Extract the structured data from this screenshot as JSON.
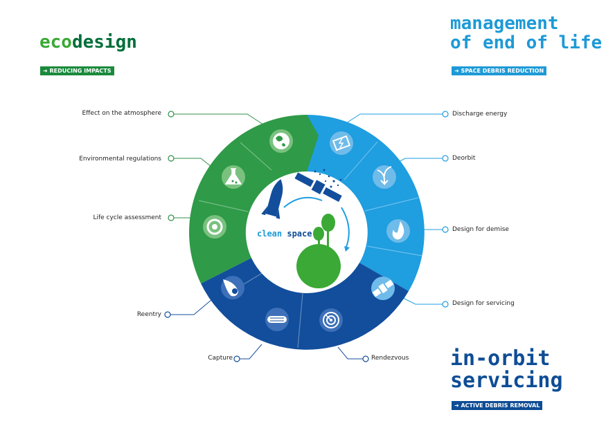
{
  "ecodesign": {
    "title_eco": "eco",
    "title_design": "design",
    "tag": "➜ REDUCING IMPACTS",
    "colors": {
      "light": "#3aa935",
      "dark": "#006e3a",
      "tag_bg": "#1a8a3c"
    }
  },
  "end_of_life": {
    "title_line1": "management",
    "title_line2": "of end of life",
    "tag": "➜ SPACE DEBRIS REDUCTION",
    "colors": {
      "text": "#1d9ad6",
      "tag_bg": "#1d9ad6"
    }
  },
  "in_orbit": {
    "title_line1": "in-orbit",
    "title_line2": "servicing",
    "tag": "➜ ACTIVE DEBRIS REMOVAL",
    "colors": {
      "text": "#0e4d95",
      "tag_bg": "#0e4d95"
    }
  },
  "center": {
    "word1": "clean",
    "word2": "space",
    "colors": {
      "word1": "#1d9ad6",
      "word2": "#0e4d95"
    }
  },
  "labels": {
    "effect_atmosphere": "Effect on the atmosphere",
    "environmental_regulations": "Environmental regulations",
    "life_cycle": "Life cycle assessment",
    "reentry": "Reentry",
    "capture": "Capture",
    "rendezvous": "Rendezvous",
    "design_servicing": "Design for servicing",
    "design_demise": "Design for demise",
    "deorbit": "Deorbit",
    "discharge_energy": "Discharge energy"
  },
  "ring_colors": {
    "green": "#2f9a47",
    "light_blue": "#1f9ee0",
    "dark_blue": "#124e9c"
  },
  "icons": [
    "earth-atmosphere-icon",
    "flask-icon",
    "recycle-cycle-icon",
    "reentry-flame-icon",
    "capture-hand-icon",
    "target-rendezvous-icon",
    "satellite-servicing-icon",
    "demise-flame-icon",
    "deorbit-arrow-icon",
    "battery-discharge-icon"
  ]
}
